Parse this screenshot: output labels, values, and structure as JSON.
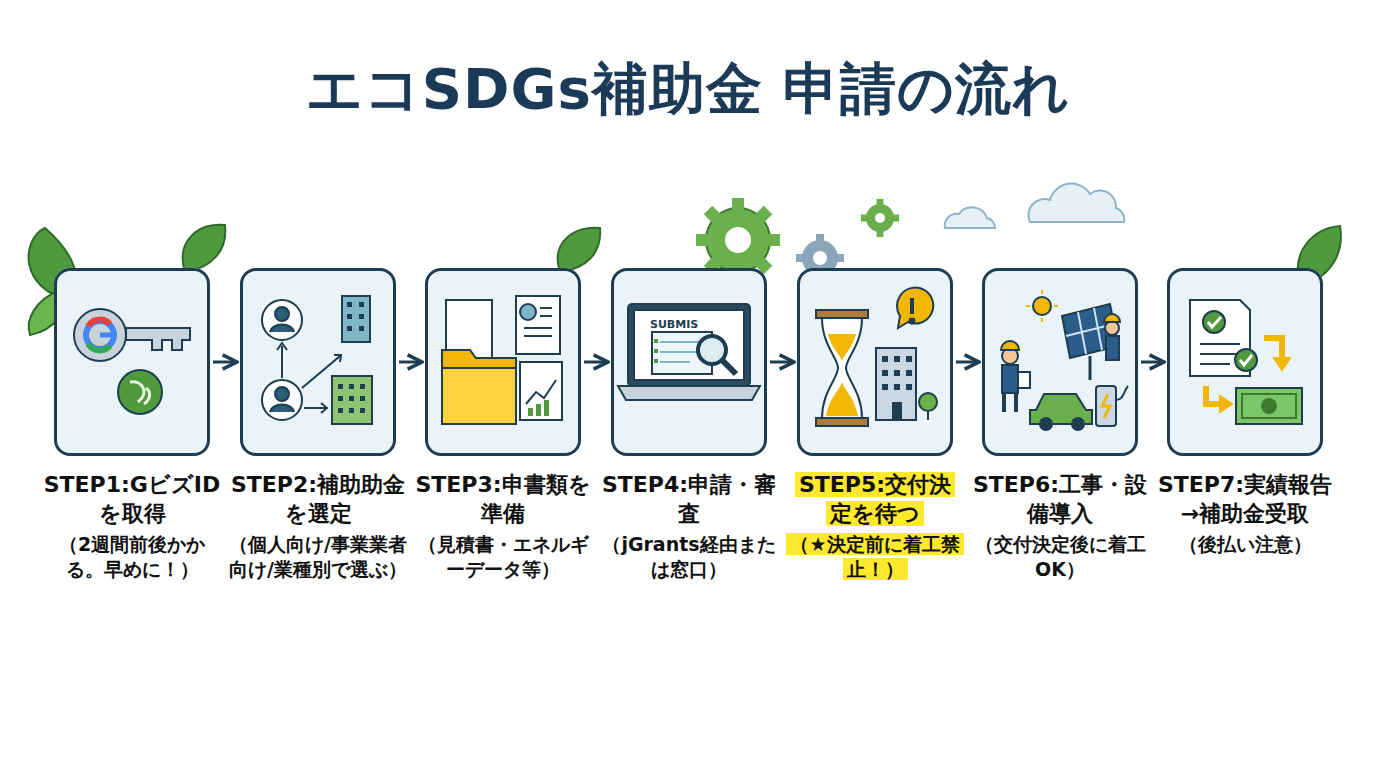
{
  "diagram": {
    "title": "エコSDGs補助金 申請の流れ",
    "nodes": [
      {
        "text": [
          "STEP1:GビズIDを取得",
          "（2週間前後かかる。早めに！）"
        ]
      },
      {
        "text": [
          "STEP2:補助助金を選定",
          "（個人向け/事業業者向け/業種別で選ぶ）"
        ]
      },
      {
        "text": [
          "STEP3:申書類を準備",
          "（見積書・エネルギーデータ等）"
        ]
      },
      {
        "text": [
          "STEP4:申請・審査",
          "（jGrants経由または窓口）"
        ]
      },
      {
        "text": [
          "STEP5:交付決定を待つ",
          "（★決定前に着工禁止！）"
        ]
      },
      {
        "text": [
          "STEP6:工事・設備導入",
          "（交付決定後に着工OK）"
        ]
      },
      {
        "text": [
          "STEP7:実績報告→補助金受取",
          "（後払い注意）"
        ]
      }
    ],
    "edges": [
      {
        "from": 0,
        "to": 1,
        "arrow": "to"
      },
      {
        "from": 1,
        "to": 2,
        "arrow": "to"
      },
      {
        "from": 2,
        "to": 3,
        "arrow": "to"
      },
      {
        "from": 3,
        "to": 4,
        "arrow": "to"
      },
      {
        "from": 4,
        "to": 5,
        "arrow": "to"
      },
      {
        "from": 5,
        "to": 6,
        "arrow": "to"
      }
    ],
    "labels": [
      "SUBMIS"
    ]
  }
}
